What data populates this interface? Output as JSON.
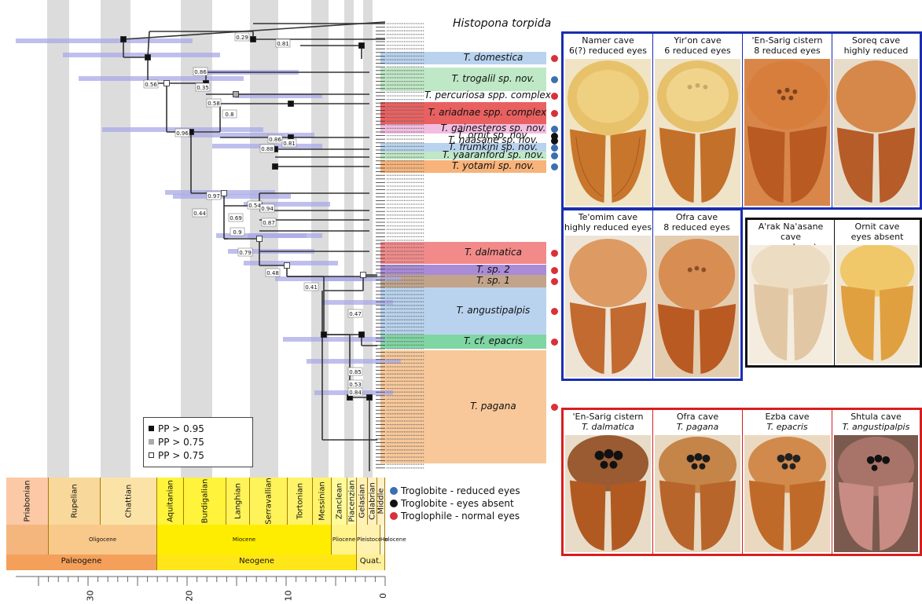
{
  "outgroup_label": "Histopona torpida",
  "clades": [
    {
      "name": "T. domestica",
      "band": "#b9d3ee",
      "dot": "#d9303a"
    },
    {
      "name": "T. trogalil sp. nov.",
      "band": "#bfe8c6",
      "dot": "#3b6fb0"
    },
    {
      "name": "T. percuriosa spp. complex",
      "band": "none",
      "dot": "#d9303a"
    },
    {
      "name": "T. ariadnae spp. complex",
      "band": "#e96060",
      "dot": "#d9303a"
    },
    {
      "name": "T. gainesteros sp. nov.",
      "band": "#f2bde0",
      "dot": "#3b6fb0"
    },
    {
      "name": "T. ornit sp. nov.",
      "band": "none",
      "dot": "#111111"
    },
    {
      "name": "T. naasane sp. nov.",
      "band": "none",
      "dot": "#111111"
    },
    {
      "name": "T. frumkini sp. nov.",
      "band": "#b9d3ee",
      "dot": "#3b6fb0"
    },
    {
      "name": "T. yaaranford sp. nov.",
      "band": "#bfe8c6",
      "dot": "#3b6fb0"
    },
    {
      "name": "T. yotami sp. nov.",
      "band": "#f7b37a",
      "dot": "#3b6fb0"
    },
    {
      "name": "T. dalmatica",
      "band": "#f28a8a",
      "dot": "#d9303a"
    },
    {
      "name": "T. sp. 2",
      "band": "#a98bd8",
      "dot": "#d9303a"
    },
    {
      "name": "T. sp. 1",
      "band": "#c2a48a",
      "dot": "#d9303a"
    },
    {
      "name": "T. angustipalpis",
      "band": "#b9d3ee",
      "dot": "#d9303a"
    },
    {
      "name": "T. cf. epacris",
      "band": "#7fd6a3",
      "dot": "#d9303a"
    },
    {
      "name": "T. pagana",
      "band": "#f8c89a",
      "dot": "#d9303a"
    }
  ],
  "pp_legend": [
    {
      "label": "PP > 0.95",
      "color": "#111111"
    },
    {
      "label": "PP > 0.75",
      "color": "#aaaaaa"
    },
    {
      "label": "PP > 0.75",
      "color": "#ffffff"
    }
  ],
  "eco_legend": [
    {
      "label": "Troglobite - reduced eyes",
      "color": "#3b6fb0"
    },
    {
      "label": "Troglobite - eyes absent",
      "color": "#111111"
    },
    {
      "label": "Troglophile - normal eyes",
      "color": "#d9303a"
    }
  ],
  "ages": [
    {
      "name": "Priabonian",
      "color": "#fbc9a5"
    },
    {
      "name": "Rupelian",
      "color": "#f9d89b"
    },
    {
      "name": "Chattian",
      "color": "#fbe3a8"
    },
    {
      "name": "Aquitanian",
      "color": "#fff33b"
    },
    {
      "name": "Burdigalian",
      "color": "#fff33b"
    },
    {
      "name": "Langhian",
      "color": "#fff35a"
    },
    {
      "name": "Serravallian",
      "color": "#fff35a"
    },
    {
      "name": "Tortonian",
      "color": "#fff36a"
    },
    {
      "name": "Messinian",
      "color": "#fff36a"
    },
    {
      "name": "Zanclean",
      "color": "#fffb9a"
    },
    {
      "name": "Piacenzian",
      "color": "#fffbb0"
    },
    {
      "name": "Gelasian",
      "color": "#fff0b8"
    },
    {
      "name": "Calabrian",
      "color": "#fff0c0"
    },
    {
      "name": "Middle",
      "color": "#fff0c8"
    }
  ],
  "epochs": [
    {
      "name": "",
      "color": "#f5b67e"
    },
    {
      "name": "Oligocene",
      "color": "#f9c98c"
    },
    {
      "name": "Miocene",
      "color": "#ffed00"
    },
    {
      "name": "Pliocene",
      "color": "#fff38a"
    },
    {
      "name": "Pleistocene",
      "color": "#fff2b0"
    },
    {
      "name": "Holocene",
      "color": "#fff7d8"
    }
  ],
  "periods": [
    {
      "name": "Paleogene",
      "color": "#f5a05a"
    },
    {
      "name": "Neogene",
      "color": "#ffe619"
    },
    {
      "name": "Quat.",
      "color": "#fff099"
    }
  ],
  "axis_ticks": [
    "30",
    "20",
    "10",
    "0"
  ],
  "photo_panels": {
    "reduced": [
      {
        "l1": "Namer cave",
        "l2": "6(?) reduced eyes"
      },
      {
        "l1": "Yir'on cave",
        "l2": "6 reduced eyes"
      },
      {
        "l1": "'En-Sarig cistern",
        "l2": "8 reduced eyes"
      },
      {
        "l1": "Soreq cave",
        "l2": "highly reduced eyes"
      },
      {
        "l1": "Te'omim cave",
        "l2": "highly reduced eyes"
      },
      {
        "l1": "Ofra cave",
        "l2": "8 reduced eyes"
      }
    ],
    "absent": [
      {
        "l1": "A'rak Na'asane cave",
        "l2": "eyes absent"
      },
      {
        "l1": "Ornit cave",
        "l2": "eyes absent"
      }
    ],
    "normal": [
      {
        "l1": "'En-Sarig cistern",
        "l2": "T. dalmatica"
      },
      {
        "l1": "Ofra cave",
        "l2": "T. pagana"
      },
      {
        "l1": "Ezba cave",
        "l2": "T. epacris"
      },
      {
        "l1": "Shtula cave",
        "l2": "T. angustipalpis"
      }
    ]
  },
  "node_support": [
    "0.29",
    "0.81",
    "0.56",
    "0.86",
    "0.35",
    "0.58",
    "0.8",
    "0.96",
    "0.86",
    "0.81",
    "0.88",
    "0.97",
    "0.44",
    "0.69",
    "0.54",
    "0.94",
    "0.87",
    "0.9",
    "0.79",
    "0.48",
    "0.41",
    "0.47",
    "0.85",
    "0.53",
    "0.84"
  ]
}
